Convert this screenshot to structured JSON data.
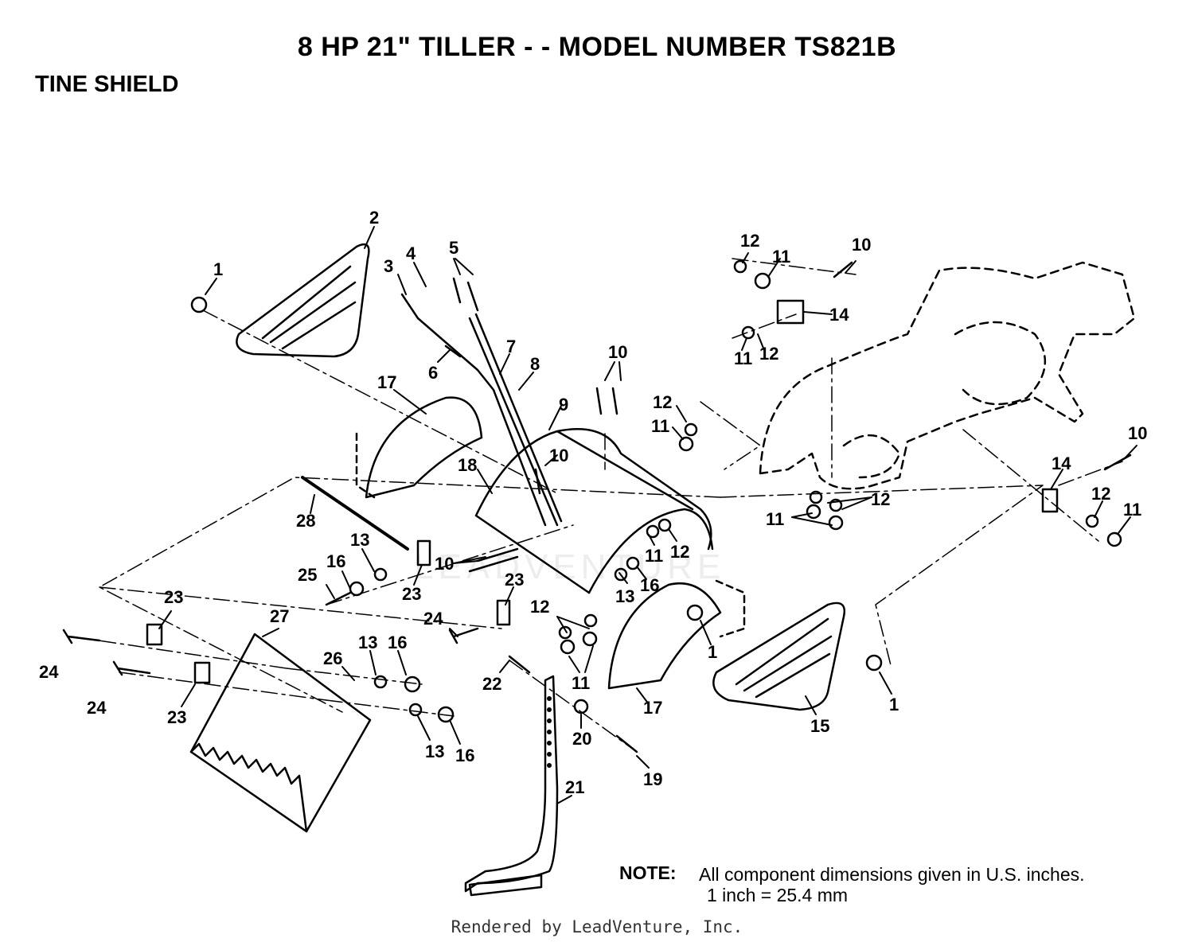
{
  "header": {
    "title": "8 HP 21\" TILLER - - MODEL NUMBER TS821B",
    "subtitle": "TINE SHIELD"
  },
  "diagram": {
    "callouts": [
      {
        "id": "c1a",
        "label": "1"
      },
      {
        "id": "c2",
        "label": "2"
      },
      {
        "id": "c3",
        "label": "3"
      },
      {
        "id": "c4",
        "label": "4"
      },
      {
        "id": "c5",
        "label": "5"
      },
      {
        "id": "c6",
        "label": "6"
      },
      {
        "id": "c7",
        "label": "7"
      },
      {
        "id": "c8",
        "label": "8"
      },
      {
        "id": "c9",
        "label": "9"
      },
      {
        "id": "c10a",
        "label": "10"
      },
      {
        "id": "c10b",
        "label": "10"
      },
      {
        "id": "c10c",
        "label": "10"
      },
      {
        "id": "c10d",
        "label": "10"
      },
      {
        "id": "c10e",
        "label": "10"
      },
      {
        "id": "c12a",
        "label": "12"
      },
      {
        "id": "c11a",
        "label": "11"
      },
      {
        "id": "c14a",
        "label": "14"
      },
      {
        "id": "c11b",
        "label": "11"
      },
      {
        "id": "c12b",
        "label": "12"
      },
      {
        "id": "c17a",
        "label": "17"
      },
      {
        "id": "c12c",
        "label": "12"
      },
      {
        "id": "c11c",
        "label": "11"
      },
      {
        "id": "c18",
        "label": "18"
      },
      {
        "id": "c28",
        "label": "28"
      },
      {
        "id": "c13a",
        "label": "13"
      },
      {
        "id": "c16a",
        "label": "16"
      },
      {
        "id": "c25",
        "label": "25"
      },
      {
        "id": "c23a",
        "label": "23"
      },
      {
        "id": "c23b",
        "label": "23"
      },
      {
        "id": "c23c",
        "label": "23"
      },
      {
        "id": "c23d",
        "label": "23"
      },
      {
        "id": "c24a",
        "label": "24"
      },
      {
        "id": "c24b",
        "label": "24"
      },
      {
        "id": "c24c",
        "label": "24"
      },
      {
        "id": "c27",
        "label": "27"
      },
      {
        "id": "c26",
        "label": "26"
      },
      {
        "id": "c13b",
        "label": "13"
      },
      {
        "id": "c16b",
        "label": "16"
      },
      {
        "id": "c13c",
        "label": "13"
      },
      {
        "id": "c16c",
        "label": "16"
      },
      {
        "id": "c13d",
        "label": "13"
      },
      {
        "id": "c16d",
        "label": "16"
      },
      {
        "id": "c11d",
        "label": "11"
      },
      {
        "id": "c12d",
        "label": "12"
      },
      {
        "id": "c12e",
        "label": "12"
      },
      {
        "id": "c11e",
        "label": "11"
      },
      {
        "id": "c22",
        "label": "22"
      },
      {
        "id": "c20",
        "label": "20"
      },
      {
        "id": "c19",
        "label": "19"
      },
      {
        "id": "c21",
        "label": "21"
      },
      {
        "id": "c17b",
        "label": "17"
      },
      {
        "id": "c1b",
        "label": "1"
      },
      {
        "id": "c15",
        "label": "15"
      },
      {
        "id": "c1c",
        "label": "1"
      },
      {
        "id": "c14b",
        "label": "14"
      },
      {
        "id": "c12f",
        "label": "12"
      },
      {
        "id": "c11f",
        "label": "11"
      },
      {
        "id": "c11g",
        "label": "11"
      },
      {
        "id": "c12g",
        "label": "12"
      }
    ]
  },
  "note": {
    "label": "NOTE:",
    "text": "All component dimensions given in U.S. inches.",
    "conversion": "1 inch = 25.4 mm"
  },
  "watermark": "LEADVENTURE",
  "footer": "Rendered by LeadVenture, Inc."
}
